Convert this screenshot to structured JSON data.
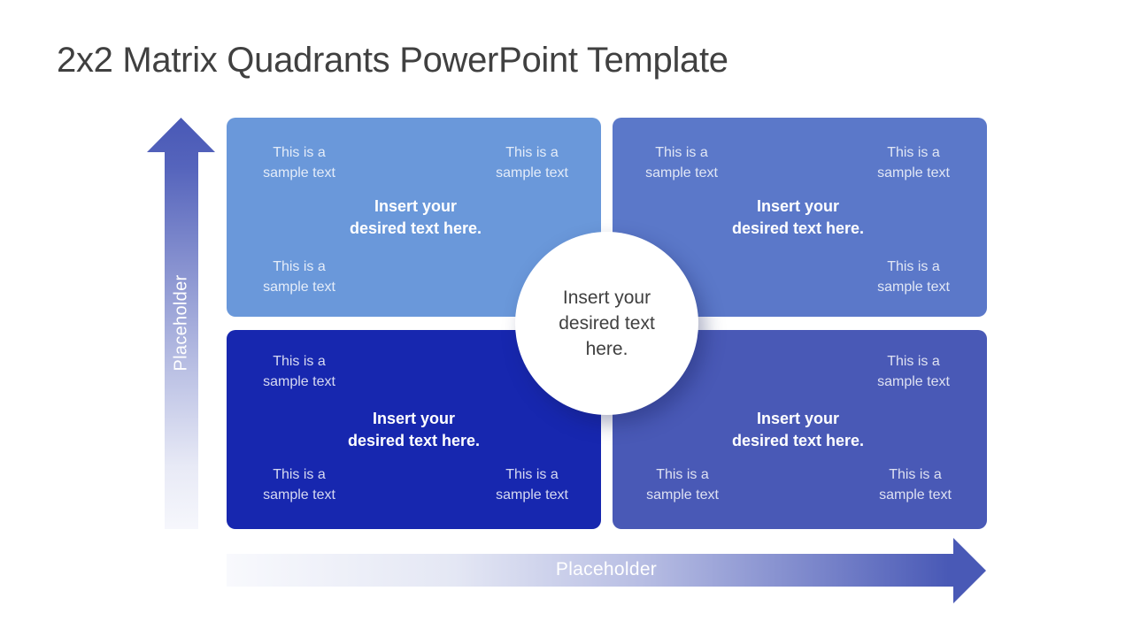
{
  "slide": {
    "title": "2x2 Matrix Quadrants PowerPoint Template"
  },
  "axes": {
    "vertical": {
      "label": "Placeholder",
      "color_top": "#4959B6",
      "color_bottom": "#F3F4FB"
    },
    "horizontal": {
      "label": "Placeholder",
      "color_left": "#F3F4FB",
      "color_right": "#4959B6"
    }
  },
  "quadrants": {
    "top_left": {
      "color": "#6A98DA",
      "main": [
        "Insert your",
        "desired text here."
      ],
      "samples": [
        [
          "This is a",
          "sample text"
        ],
        [
          "This is a",
          "sample text"
        ],
        [
          "This is a",
          "sample text"
        ]
      ]
    },
    "top_right": {
      "color": "#5B78C9",
      "main": [
        "Insert your",
        "desired text here."
      ],
      "samples": [
        [
          "This is a",
          "sample text"
        ],
        [
          "This is a",
          "sample text"
        ],
        [
          "This is a",
          "sample text"
        ]
      ]
    },
    "bottom_left": {
      "color": "#1727AF",
      "main": [
        "Insert your",
        "desired text here."
      ],
      "samples": [
        [
          "This is a",
          "sample text"
        ],
        [
          "This is a",
          "sample text"
        ],
        [
          "This is a",
          "sample text"
        ]
      ]
    },
    "bottom_right": {
      "color": "#4959B6",
      "main": [
        "Insert your",
        "desired text here."
      ],
      "samples": [
        [
          "This is a",
          "sample text"
        ],
        [
          "This is a",
          "sample text"
        ],
        [
          "This is a",
          "sample text"
        ]
      ]
    }
  },
  "center": {
    "lines": [
      "Insert your",
      "desired text",
      "here."
    ]
  }
}
